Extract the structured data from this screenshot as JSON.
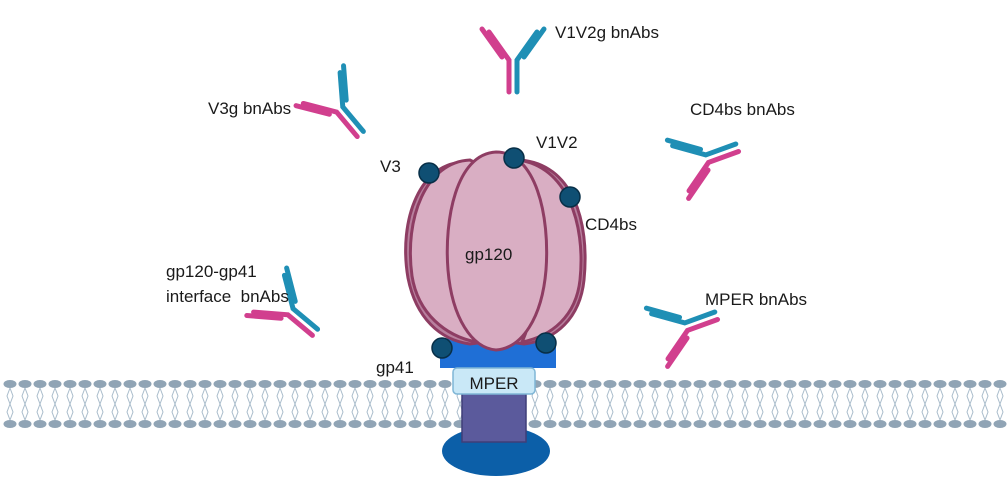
{
  "labels": {
    "v1v2g_bnabs": "V1V2g bnAbs",
    "v3g_bnabs": "V3g bnAbs",
    "cd4bs_bnabs": "CD4bs bnAbs",
    "interface_line1": "gp120-gp41",
    "interface_line2": "interface  bnAbs",
    "mper_bnabs": "MPER bnAbs",
    "v3": "V3",
    "v1v2": "V1V2",
    "cd4bs": "CD4bs",
    "gp120": "gp120",
    "gp41": "gp41",
    "mper": "MPER"
  },
  "colors": {
    "heavy_chain": "#d13f8e",
    "light_chain": "#1f8fb5",
    "gp120_fill": "#d9aec3",
    "gp120_dark": "#b8809e",
    "gp120_stroke": "#8e3d63",
    "gp41_blue": "#1f6fd6",
    "mper_fill": "#c9e8f7",
    "tm_domain": "#5b5a9c",
    "cytoplasmic": "#0c5fa8",
    "epitope_dot": "#0f4f73",
    "membrane_head": "#90a4b5",
    "membrane_tail": "#a9bccb"
  }
}
